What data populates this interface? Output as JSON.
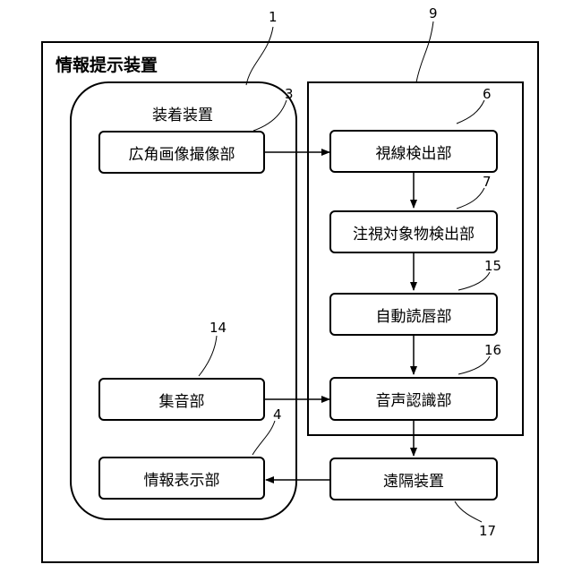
{
  "diagram": {
    "title": "情報提示装置",
    "wearable_label": "装着装置",
    "nodes": {
      "wide_angle": "広角画像撮像部",
      "sound_collect": "集音部",
      "info_display": "情報表示部",
      "gaze_detect": "視線検出部",
      "gaze_target": "注視対象物検出部",
      "auto_lipread": "自動読唇部",
      "speech_recog": "音声認識部",
      "remote": "遠隔装置"
    },
    "refs": {
      "system": "1",
      "wide_angle": "3",
      "info_display": "4",
      "gaze_detect": "6",
      "gaze_target": "7",
      "processing_group": "9",
      "sound_collect": "14",
      "auto_lipread": "15",
      "speech_recog": "16",
      "remote": "17"
    }
  }
}
